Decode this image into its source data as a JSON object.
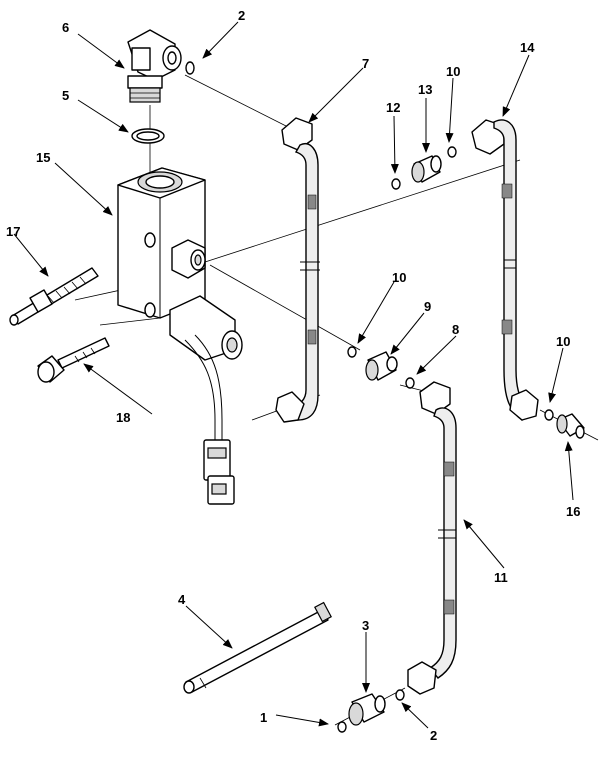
{
  "callouts": [
    {
      "id": "c1",
      "text": "1"
    },
    {
      "id": "c2a",
      "text": "2"
    },
    {
      "id": "c2b",
      "text": "2"
    },
    {
      "id": "c3",
      "text": "3"
    },
    {
      "id": "c4",
      "text": "4"
    },
    {
      "id": "c5",
      "text": "5"
    },
    {
      "id": "c6",
      "text": "6"
    },
    {
      "id": "c7",
      "text": "7"
    },
    {
      "id": "c8",
      "text": "8"
    },
    {
      "id": "c9",
      "text": "9"
    },
    {
      "id": "c10a",
      "text": "10"
    },
    {
      "id": "c10b",
      "text": "10"
    },
    {
      "id": "c10c",
      "text": "10"
    },
    {
      "id": "c11",
      "text": "11"
    },
    {
      "id": "c12",
      "text": "12"
    },
    {
      "id": "c13",
      "text": "13"
    },
    {
      "id": "c14",
      "text": "14"
    },
    {
      "id": "c15",
      "text": "15"
    },
    {
      "id": "c16",
      "text": "16"
    },
    {
      "id": "c17",
      "text": "17"
    },
    {
      "id": "c18",
      "text": "18"
    }
  ]
}
